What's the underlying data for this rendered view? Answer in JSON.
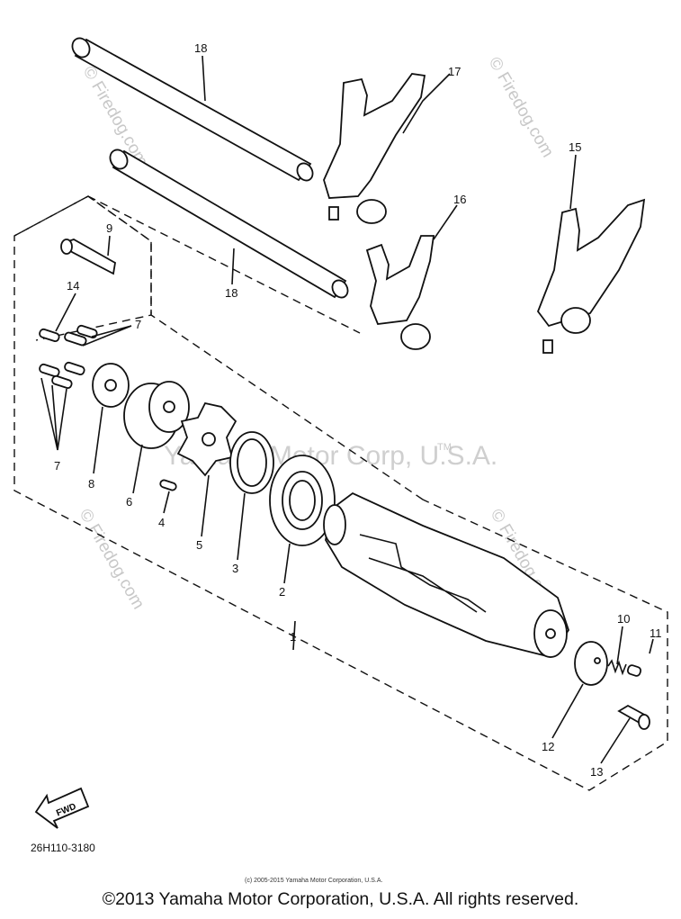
{
  "watermarks": {
    "site": "© Firedog.com",
    "owner": "Yamaha Motor Corp, U.S.A.",
    "tm": "TM"
  },
  "callouts": [
    {
      "id": "c18a",
      "text": "18"
    },
    {
      "id": "c17",
      "text": "17"
    },
    {
      "id": "c15",
      "text": "15"
    },
    {
      "id": "c16",
      "text": "16"
    },
    {
      "id": "c18b",
      "text": "18"
    },
    {
      "id": "c9",
      "text": "9"
    },
    {
      "id": "c14",
      "text": "14"
    },
    {
      "id": "c7a",
      "text": "7"
    },
    {
      "id": "c7b",
      "text": "7"
    },
    {
      "id": "c8",
      "text": "8"
    },
    {
      "id": "c6",
      "text": "6"
    },
    {
      "id": "c4",
      "text": "4"
    },
    {
      "id": "c5",
      "text": "5"
    },
    {
      "id": "c3",
      "text": "3"
    },
    {
      "id": "c2",
      "text": "2"
    },
    {
      "id": "c1",
      "text": "1"
    },
    {
      "id": "c10",
      "text": "10"
    },
    {
      "id": "c11",
      "text": "11"
    },
    {
      "id": "c12",
      "text": "12"
    },
    {
      "id": "c13",
      "text": "13"
    }
  ],
  "fwd_label": "FWD",
  "diagram_code": "26H110-3180",
  "small_copyright": "(c) 2005-2015 Yamaha Motor Corporation, U.S.A.",
  "footer_copyright": "©2013 Yamaha Motor Corporation, U.S.A. All rights reserved."
}
